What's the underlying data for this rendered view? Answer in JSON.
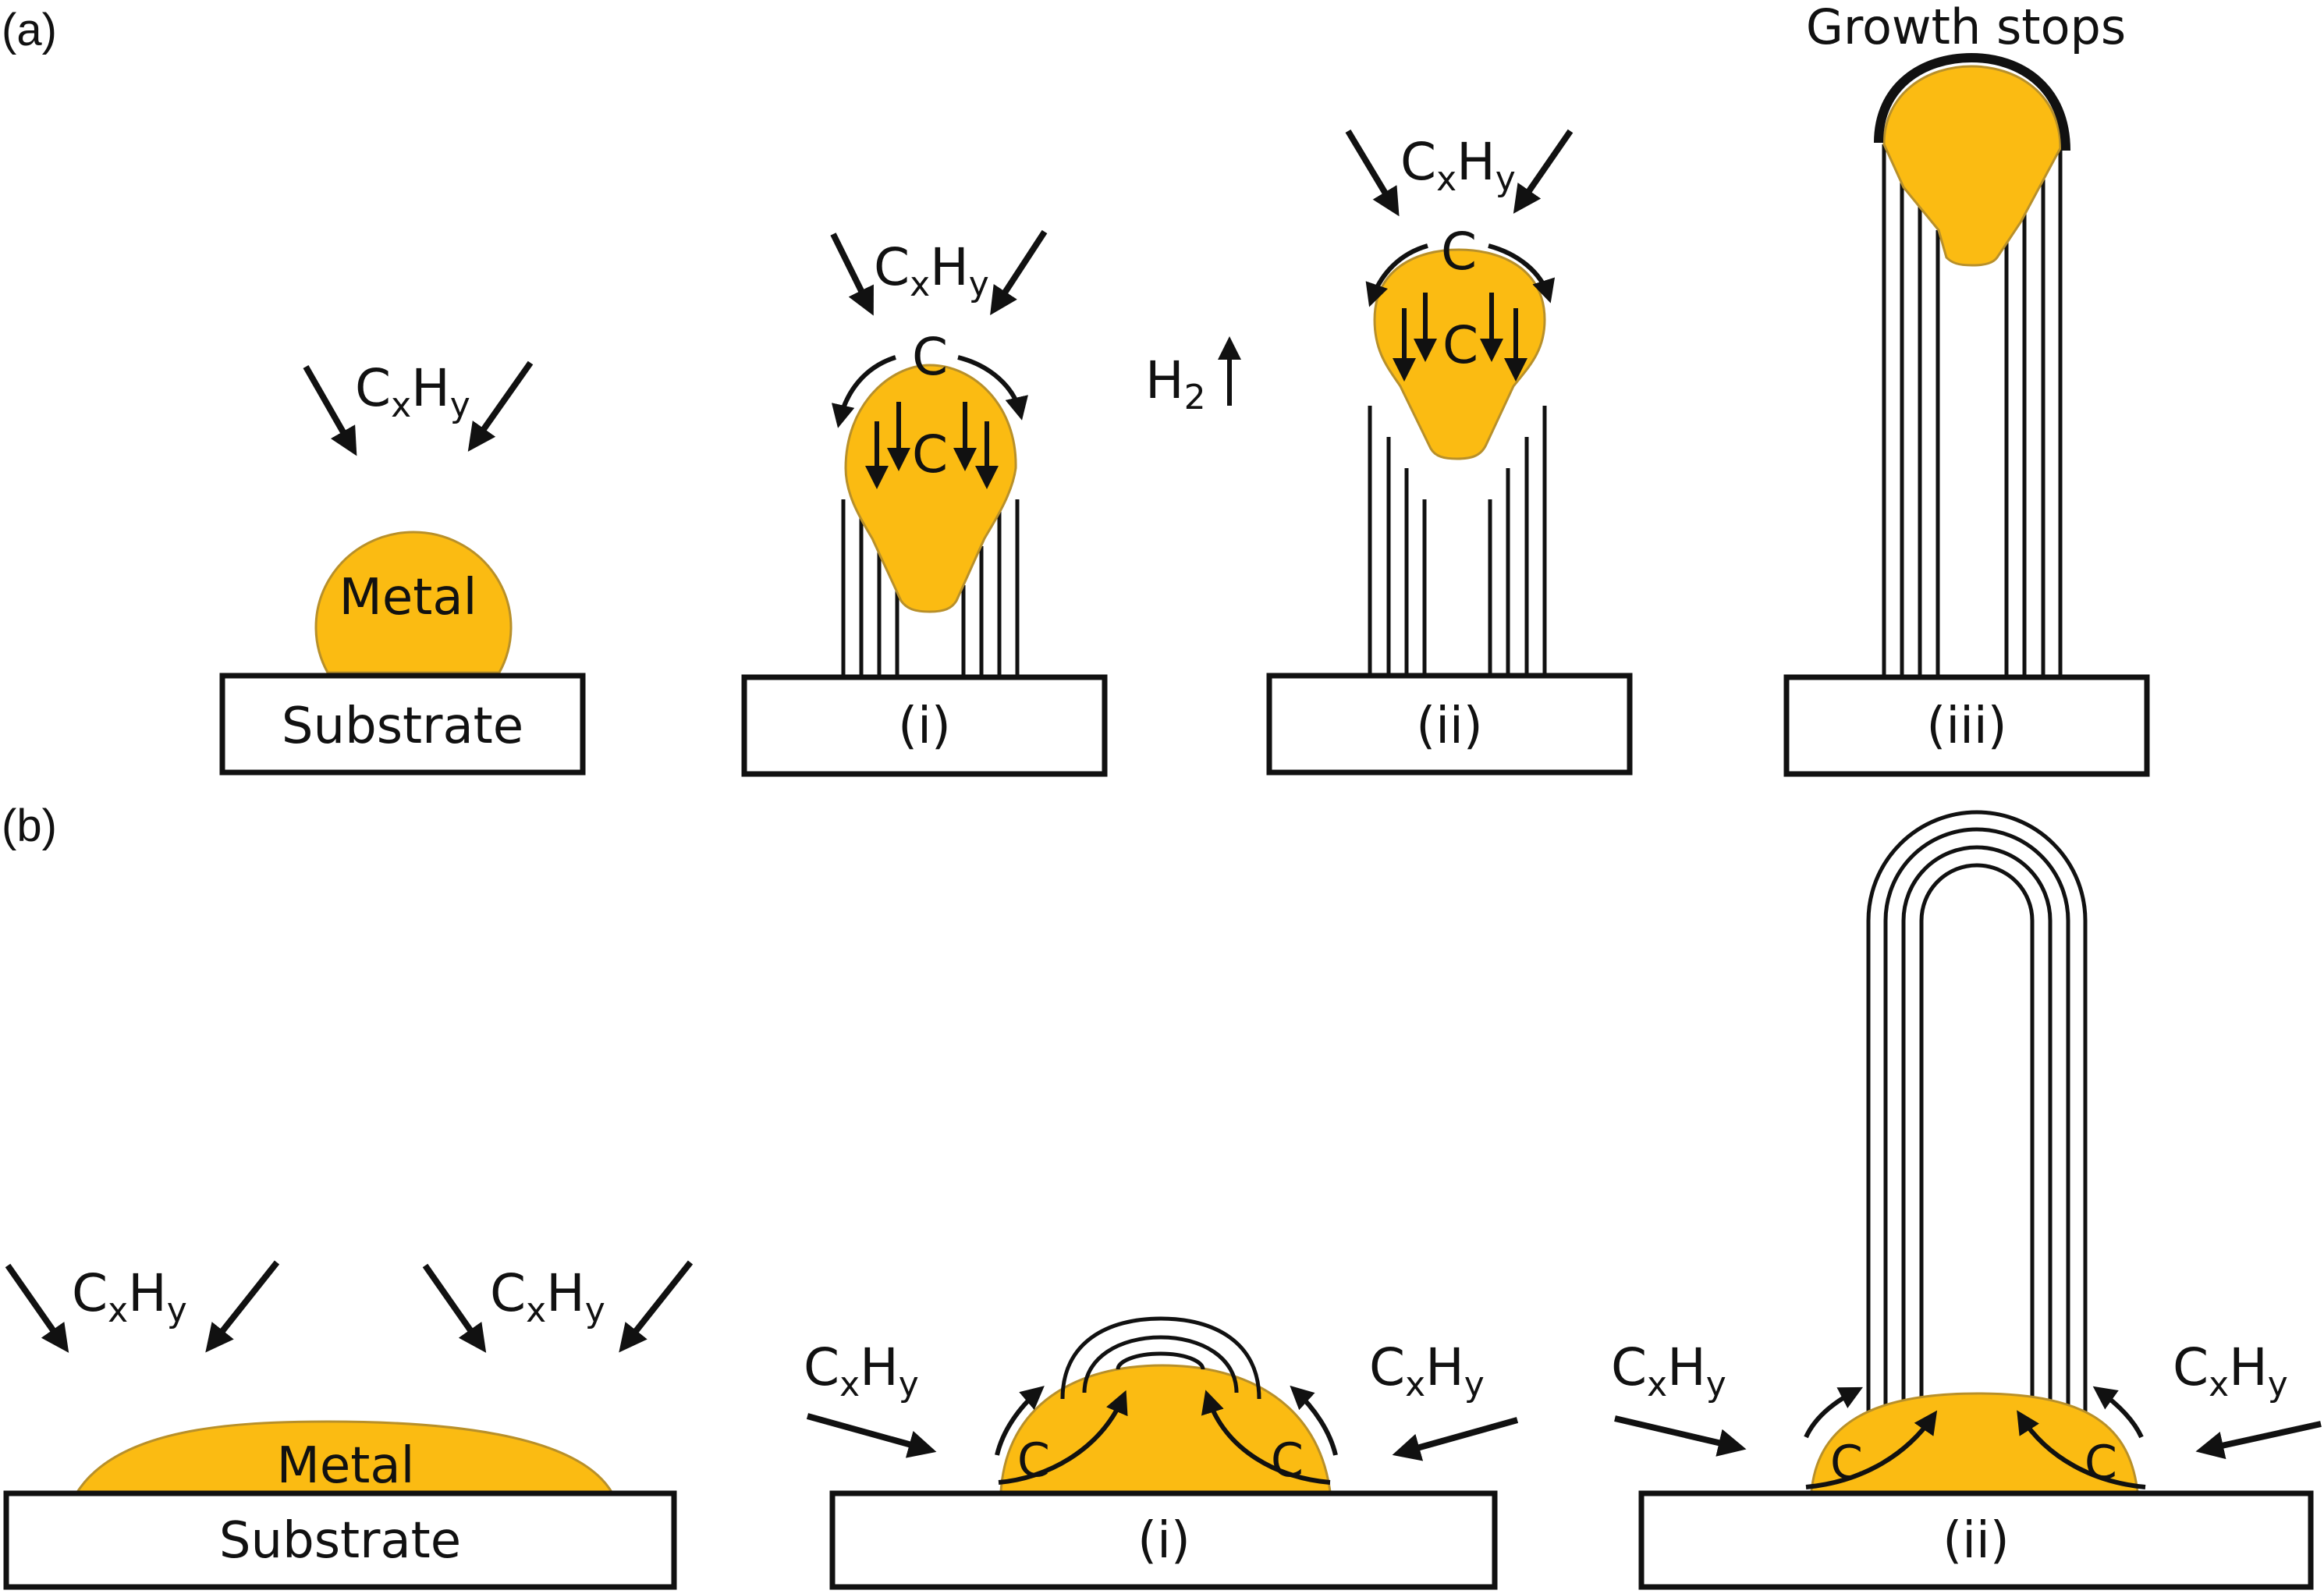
{
  "colors": {
    "metal": "#FBBB12",
    "metal_edge": "#B8902A",
    "ink": "#111111",
    "background": "#FFFFFF"
  },
  "panel_a": {
    "label": "(a)",
    "stages": [
      {
        "substrate_label": "Substrate",
        "particle_label": "Metal",
        "gas_label": "C",
        "gas_sub_x": "x",
        "gas_H": "H",
        "gas_sub_y": "y"
      },
      {
        "substrate_label": "(i)",
        "gas_label": "C",
        "gas_sub_x": "x",
        "gas_H": "H",
        "gas_sub_y": "y",
        "surface_carbon": "C",
        "diffusing_carbon": "C"
      },
      {
        "substrate_label": "(ii)",
        "gas_label": "C",
        "gas_sub_x": "x",
        "gas_H": "H",
        "gas_sub_y": "y",
        "surface_carbon": "C",
        "diffusing_carbon": "C"
      },
      {
        "substrate_label": "(iii)",
        "caption": "Growth stops"
      }
    ],
    "h2": {
      "text": "H",
      "sub": "2"
    }
  },
  "panel_b": {
    "label": "(b)",
    "stages": [
      {
        "substrate_label": "Substrate",
        "particle_label": "Metal",
        "gas_left": {
          "C": "C",
          "x": "x",
          "H": "H",
          "y": "y"
        },
        "gas_right": {
          "C": "C",
          "x": "x",
          "H": "H",
          "y": "y"
        }
      },
      {
        "substrate_label": "(i)",
        "gas_left": {
          "C": "C",
          "x": "x",
          "H": "H",
          "y": "y"
        },
        "gas_right": {
          "C": "C",
          "x": "x",
          "H": "H",
          "y": "y"
        },
        "carbon_left": "C",
        "carbon_right": "C"
      },
      {
        "substrate_label": "(ii)",
        "gas_left": {
          "C": "C",
          "x": "x",
          "H": "H",
          "y": "y"
        },
        "gas_right": {
          "C": "C",
          "x": "x",
          "H": "H",
          "y": "y"
        },
        "carbon_left": "C",
        "carbon_right": "C"
      }
    ]
  }
}
